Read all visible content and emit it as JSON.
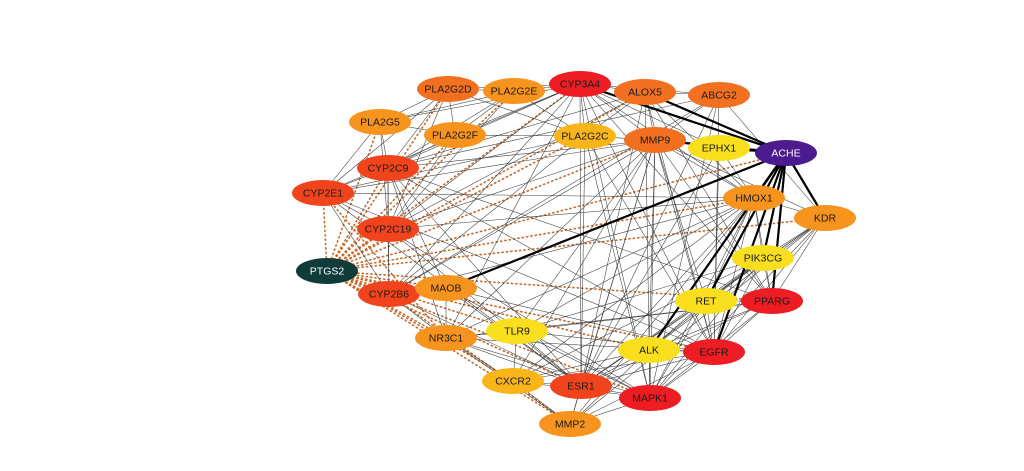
{
  "colors": {
    "red": "#ee1d23",
    "red_orange": "#f2441c",
    "orange": "#f37021",
    "light_orange": "#f7941d",
    "gold": "#f9b51a",
    "yellow": "#f9df1d",
    "purple": "#4b1b8f",
    "dark_teal": "#0f3b3a",
    "gray_edge": "#3c3c3c",
    "black_edge": "#000000",
    "dotted_edge": "#c86a28"
  },
  "nodes": [
    {
      "id": "CYP3A4",
      "label": "CYP3A4",
      "color": "red"
    },
    {
      "id": "PLA2G2D",
      "label": "PLA2G2D",
      "color": "orange"
    },
    {
      "id": "PLA2G2E",
      "label": "PLA2G2E",
      "color": "light_orange"
    },
    {
      "id": "ALOX5",
      "label": "ALOX5",
      "color": "orange"
    },
    {
      "id": "ABCG2",
      "label": "ABCG2",
      "color": "orange"
    },
    {
      "id": "PLA2G5",
      "label": "PLA2G5",
      "color": "light_orange"
    },
    {
      "id": "PLA2G2F",
      "label": "PLA2G2F",
      "color": "light_orange"
    },
    {
      "id": "PLA2G2C",
      "label": "PLA2G2C",
      "color": "gold"
    },
    {
      "id": "MMP9",
      "label": "MMP9",
      "color": "orange"
    },
    {
      "id": "EPHX1",
      "label": "EPHX1",
      "color": "yellow"
    },
    {
      "id": "ACHE",
      "label": "ACHE",
      "color": "purple",
      "text_color": "#ffffff"
    },
    {
      "id": "CYP2C9",
      "label": "CYP2C9",
      "color": "red_orange"
    },
    {
      "id": "CYP2E1",
      "label": "CYP2E1",
      "color": "red_orange"
    },
    {
      "id": "HMOX1",
      "label": "HMOX1",
      "color": "light_orange"
    },
    {
      "id": "KDR",
      "label": "KDR",
      "color": "light_orange"
    },
    {
      "id": "CYP2C19",
      "label": "CYP2C19",
      "color": "red_orange"
    },
    {
      "id": "PTGS2",
      "label": "PTGS2",
      "color": "dark_teal",
      "text_color": "#ffffff"
    },
    {
      "id": "PIK3CG",
      "label": "PIK3CG",
      "color": "yellow"
    },
    {
      "id": "CYP2B6",
      "label": "CYP2B6",
      "color": "red_orange"
    },
    {
      "id": "MAOB",
      "label": "MAOB",
      "color": "light_orange"
    },
    {
      "id": "RET",
      "label": "RET",
      "color": "yellow"
    },
    {
      "id": "PPARG",
      "label": "PPARG",
      "color": "red"
    },
    {
      "id": "TLR9",
      "label": "TLR9",
      "color": "yellow"
    },
    {
      "id": "NR3C1",
      "label": "NR3C1",
      "color": "light_orange"
    },
    {
      "id": "ALK",
      "label": "ALK",
      "color": "yellow"
    },
    {
      "id": "EGFR",
      "label": "EGFR",
      "color": "red"
    },
    {
      "id": "CXCR2",
      "label": "CXCR2",
      "color": "gold"
    },
    {
      "id": "ESR1",
      "label": "ESR1",
      "color": "red_orange"
    },
    {
      "id": "MAPK1",
      "label": "MAPK1",
      "color": "red"
    },
    {
      "id": "MMP2",
      "label": "MMP2",
      "color": "light_orange"
    }
  ],
  "edges_dotted": [
    [
      "PTGS2",
      "CYP2E1"
    ],
    [
      "PTGS2",
      "CYP2C9"
    ],
    [
      "PTGS2",
      "CYP2C19"
    ],
    [
      "PTGS2",
      "CYP2B6"
    ],
    [
      "PTGS2",
      "MAOB"
    ],
    [
      "PTGS2",
      "PLA2G5"
    ],
    [
      "PTGS2",
      "PLA2G2F"
    ],
    [
      "PTGS2",
      "PLA2G2E"
    ],
    [
      "PTGS2",
      "PLA2G2D"
    ],
    [
      "PTGS2",
      "PLA2G2C"
    ],
    [
      "PTGS2",
      "CYP3A4"
    ],
    [
      "PTGS2",
      "NR3C1"
    ],
    [
      "PTGS2",
      "TLR9"
    ],
    [
      "PTGS2",
      "CXCR2"
    ],
    [
      "PTGS2",
      "ESR1"
    ],
    [
      "PTGS2",
      "MAPK1"
    ],
    [
      "PTGS2",
      "MMP2"
    ],
    [
      "PTGS2",
      "EGFR"
    ],
    [
      "PTGS2",
      "ALK"
    ],
    [
      "PTGS2",
      "HMOX1"
    ],
    [
      "PTGS2",
      "MMP9"
    ],
    [
      "PTGS2",
      "ACHE"
    ],
    [
      "PTGS2",
      "KDR"
    ],
    [
      "PTGS2",
      "PPARG"
    ],
    [
      "PTGS2",
      "ALOX5"
    ],
    [
      "CYP2B6",
      "MMP2"
    ],
    [
      "CYP2E1",
      "NR3C1"
    ]
  ],
  "edges_gray": [
    [
      "PLA2G2D",
      "PLA2G2E"
    ],
    [
      "PLA2G2D",
      "PLA2G5"
    ],
    [
      "PLA2G2D",
      "PLA2G2F"
    ],
    [
      "PLA2G2D",
      "CYP2C9"
    ],
    [
      "PLA2G2D",
      "CYP2C19"
    ],
    [
      "PLA2G2D",
      "CYP2E1"
    ],
    [
      "PLA2G2D",
      "CYP3A4"
    ],
    [
      "PLA2G2D",
      "PLA2G2C"
    ],
    [
      "PLA2G2E",
      "CYP3A4"
    ],
    [
      "PLA2G2E",
      "PLA2G5"
    ],
    [
      "PLA2G2E",
      "PLA2G2F"
    ],
    [
      "PLA2G2E",
      "CYP2C9"
    ],
    [
      "PLA2G2E",
      "CYP2C19"
    ],
    [
      "PLA2G2E",
      "PLA2G2C"
    ],
    [
      "PLA2G5",
      "PLA2G2F"
    ],
    [
      "PLA2G5",
      "CYP2C9"
    ],
    [
      "PLA2G5",
      "CYP2E1"
    ],
    [
      "PLA2G5",
      "CYP2C19"
    ],
    [
      "PLA2G2F",
      "CYP2C9"
    ],
    [
      "PLA2G2F",
      "PLA2G2C"
    ],
    [
      "PLA2G2F",
      "CYP2C19"
    ],
    [
      "CYP3A4",
      "ALOX5"
    ],
    [
      "CYP3A4",
      "ABCG2"
    ],
    [
      "CYP3A4",
      "CYP2C9"
    ],
    [
      "CYP3A4",
      "CYP2C19"
    ],
    [
      "CYP3A4",
      "CYP2B6"
    ],
    [
      "CYP3A4",
      "CYP2E1"
    ],
    [
      "CYP3A4",
      "MMP9"
    ],
    [
      "CYP3A4",
      "EPHX1"
    ],
    [
      "CYP3A4",
      "HMOX1"
    ],
    [
      "CYP3A4",
      "ESR1"
    ],
    [
      "CYP3A4",
      "NR3C1"
    ],
    [
      "CYP3A4",
      "PPARG"
    ],
    [
      "CYP3A4",
      "EGFR"
    ],
    [
      "CYP3A4",
      "MAPK1"
    ],
    [
      "CYP3A4",
      "PLA2G2F"
    ],
    [
      "CYP3A4",
      "PLA2G5"
    ],
    [
      "CYP3A4",
      "PLA2G2C"
    ],
    [
      "ALOX5",
      "ABCG2"
    ],
    [
      "ALOX5",
      "CYP2C9"
    ],
    [
      "ALOX5",
      "MMP9"
    ],
    [
      "ALOX5",
      "PLA2G2C"
    ],
    [
      "ALOX5",
      "HMOX1"
    ],
    [
      "ALOX5",
      "ESR1"
    ],
    [
      "ALOX5",
      "PPARG"
    ],
    [
      "ALOX5",
      "EGFR"
    ],
    [
      "ALOX5",
      "MAPK1"
    ],
    [
      "ALOX5",
      "CYP2C19"
    ],
    [
      "ABCG2",
      "CYP2C9"
    ],
    [
      "ABCG2",
      "MMP9"
    ],
    [
      "ABCG2",
      "EGFR"
    ],
    [
      "ABCG2",
      "ESR1"
    ],
    [
      "ABCG2",
      "KDR"
    ],
    [
      "ABCG2",
      "MAPK1"
    ],
    [
      "ABCG2",
      "CYP2B6"
    ],
    [
      "CYP2C9",
      "CYP2C19"
    ],
    [
      "CYP2C9",
      "CYP2E1"
    ],
    [
      "CYP2C9",
      "CYP2B6"
    ],
    [
      "CYP2C9",
      "MAOB"
    ],
    [
      "CYP2C9",
      "ESR1"
    ],
    [
      "CYP2C9",
      "NR3C1"
    ],
    [
      "CYP2C9",
      "PPARG"
    ],
    [
      "CYP2C9",
      "EGFR"
    ],
    [
      "CYP2C9",
      "MMP9"
    ],
    [
      "CYP2C19",
      "CYP2E1"
    ],
    [
      "CYP2C19",
      "CYP2B6"
    ],
    [
      "CYP2C19",
      "ESR1"
    ],
    [
      "CYP2C19",
      "MMP9"
    ],
    [
      "CYP2C19",
      "HMOX1"
    ],
    [
      "CYP2C19",
      "MAPK1"
    ],
    [
      "CYP2E1",
      "CYP2B6"
    ],
    [
      "CYP2E1",
      "ESR1"
    ],
    [
      "CYP2E1",
      "MMP9"
    ],
    [
      "CYP2E1",
      "HMOX1"
    ],
    [
      "CYP2E1",
      "EGFR"
    ],
    [
      "CYP2B6",
      "MAOB"
    ],
    [
      "CYP2B6",
      "ESR1"
    ],
    [
      "CYP2B6",
      "NR3C1"
    ],
    [
      "CYP2B6",
      "HMOX1"
    ],
    [
      "CYP2B6",
      "MMP9"
    ],
    [
      "MMP9",
      "EPHX1"
    ],
    [
      "MMP9",
      "HMOX1"
    ],
    [
      "MMP9",
      "KDR"
    ],
    [
      "MMP9",
      "EGFR"
    ],
    [
      "MMP9",
      "MAPK1"
    ],
    [
      "MMP9",
      "ESR1"
    ],
    [
      "MMP9",
      "TLR9"
    ],
    [
      "MMP9",
      "CXCR2"
    ],
    [
      "MMP9",
      "MMP2"
    ],
    [
      "MMP9",
      "NR3C1"
    ],
    [
      "MMP9",
      "PPARG"
    ],
    [
      "MMP9",
      "ALK"
    ],
    [
      "MMP9",
      "RET"
    ],
    [
      "EPHX1",
      "HMOX1"
    ],
    [
      "EPHX1",
      "ESR1"
    ],
    [
      "EPHX1",
      "EGFR"
    ],
    [
      "HMOX1",
      "KDR"
    ],
    [
      "HMOX1",
      "PIK3CG"
    ],
    [
      "HMOX1",
      "EGFR"
    ],
    [
      "HMOX1",
      "MAPK1"
    ],
    [
      "HMOX1",
      "ESR1"
    ],
    [
      "HMOX1",
      "PPARG"
    ],
    [
      "HMOX1",
      "NR3C1"
    ],
    [
      "HMOX1",
      "TLR9"
    ],
    [
      "HMOX1",
      "CXCR2"
    ],
    [
      "HMOX1",
      "MMP2"
    ],
    [
      "HMOX1",
      "ALK"
    ],
    [
      "HMOX1",
      "RET"
    ],
    [
      "KDR",
      "PIK3CG"
    ],
    [
      "KDR",
      "EGFR"
    ],
    [
      "KDR",
      "MAPK1"
    ],
    [
      "KDR",
      "RET"
    ],
    [
      "KDR",
      "PPARG"
    ],
    [
      "KDR",
      "ALK"
    ],
    [
      "KDR",
      "ESR1"
    ],
    [
      "KDR",
      "MMP2"
    ],
    [
      "PIK3CG",
      "EGFR"
    ],
    [
      "PIK3CG",
      "MAPK1"
    ],
    [
      "PIK3CG",
      "RET"
    ],
    [
      "PIK3CG",
      "PPARG"
    ],
    [
      "PIK3CG",
      "ALK"
    ],
    [
      "PIK3CG",
      "ESR1"
    ],
    [
      "PIK3CG",
      "TLR9"
    ],
    [
      "PIK3CG",
      "CXCR2"
    ],
    [
      "RET",
      "EGFR"
    ],
    [
      "RET",
      "ALK"
    ],
    [
      "RET",
      "MAPK1"
    ],
    [
      "RET",
      "ESR1"
    ],
    [
      "RET",
      "PPARG"
    ],
    [
      "PPARG",
      "EGFR"
    ],
    [
      "PPARG",
      "ESR1"
    ],
    [
      "PPARG",
      "MAPK1"
    ],
    [
      "PPARG",
      "ALK"
    ],
    [
      "PPARG",
      "NR3C1"
    ],
    [
      "PPARG",
      "TLR9"
    ],
    [
      "ALK",
      "EGFR"
    ],
    [
      "ALK",
      "MAPK1"
    ],
    [
      "ALK",
      "ESR1"
    ],
    [
      "ALK",
      "MMP2"
    ],
    [
      "ALK",
      "CXCR2"
    ],
    [
      "EGFR",
      "MAPK1"
    ],
    [
      "EGFR",
      "ESR1"
    ],
    [
      "EGFR",
      "MMP2"
    ],
    [
      "EGFR",
      "TLR9"
    ],
    [
      "EGFR",
      "CXCR2"
    ],
    [
      "EGFR",
      "NR3C1"
    ],
    [
      "ESR1",
      "MAPK1"
    ],
    [
      "ESR1",
      "NR3C1"
    ],
    [
      "ESR1",
      "MMP2"
    ],
    [
      "ESR1",
      "CXCR2"
    ],
    [
      "ESR1",
      "TLR9"
    ],
    [
      "MAPK1",
      "MMP2"
    ],
    [
      "MAPK1",
      "CXCR2"
    ],
    [
      "MAPK1",
      "TLR9"
    ],
    [
      "MAPK1",
      "NR3C1"
    ],
    [
      "MAOB",
      "NR3C1"
    ],
    [
      "MAOB",
      "ESR1"
    ],
    [
      "MAOB",
      "MAPK1"
    ],
    [
      "MAOB",
      "EGFR"
    ],
    [
      "NR3C1",
      "TLR9"
    ],
    [
      "NR3C1",
      "CXCR2"
    ],
    [
      "NR3C1",
      "MMP2"
    ],
    [
      "TLR9",
      "CXCR2"
    ],
    [
      "CXCR2",
      "MMP2"
    ],
    [
      "PLA2G2C",
      "MMP9"
    ],
    [
      "PLA2G2C",
      "ESR1"
    ],
    [
      "PLA2G2C",
      "EGFR"
    ],
    [
      "PLA2G2C",
      "MAPK1"
    ],
    [
      "PLA2G2C",
      "CYP2B6"
    ],
    [
      "PLA2G2C",
      "CYP2E1"
    ]
  ],
  "edges_black": [
    [
      "ACHE",
      "CYP3A4"
    ],
    [
      "ACHE",
      "ALOX5"
    ],
    [
      "ACHE",
      "MAOB"
    ],
    [
      "ACHE",
      "HMOX1"
    ],
    [
      "ACHE",
      "PIK3CG"
    ],
    [
      "ACHE",
      "PPARG"
    ],
    [
      "ACHE",
      "EGFR"
    ],
    [
      "ACHE",
      "KDR"
    ],
    [
      "ACHE",
      "RET"
    ],
    [
      "ACHE",
      "MMP9"
    ],
    [
      "ACHE",
      "EPHX1"
    ],
    [
      "ACHE",
      "ALK"
    ]
  ]
}
